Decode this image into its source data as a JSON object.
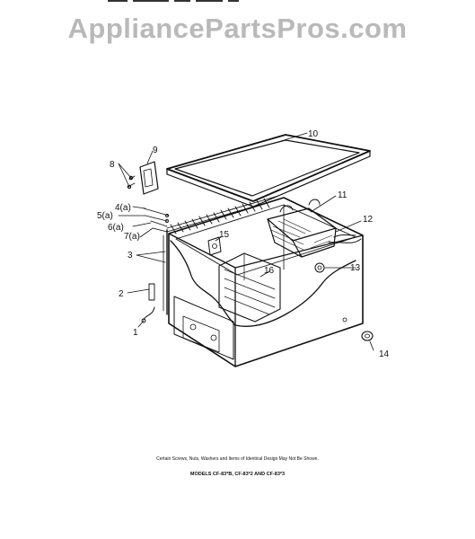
{
  "watermark": "AppliancePartsPros.com",
  "callouts": {
    "c1": "1",
    "c2": "2",
    "c3": "3",
    "c4a": "4(a)",
    "c5a": "5(a)",
    "c6a": "6(a)",
    "c7a": "7(a)",
    "c8": "8",
    "c9": "9",
    "c10": "10",
    "c11": "11",
    "c12": "12",
    "c13": "13",
    "c14": "14",
    "c15": "15",
    "c16": "16"
  },
  "footnote": "Certain Screws, Nuts, Washers and Items of Identical Design May Not Be Shown.",
  "models": "MODELS CF-83*B, CF-83*2 AND CF-83*3"
}
